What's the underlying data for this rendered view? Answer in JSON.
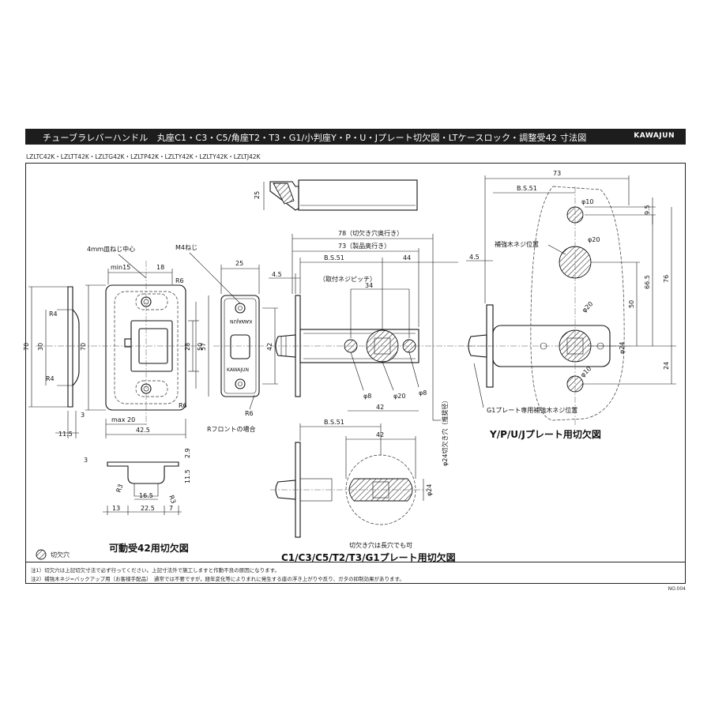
{
  "header": {
    "title": "チューブラレバーハンドル　丸座C1・C3・C5/角座T2・T3・G1/小判座Y・P・U・Jプレート切欠図・LTケースロック・調整受42 寸法図",
    "brand": "KAWAJUN"
  },
  "models": "LZLTC42K・LZLTT42K・LZLTG42K・LZLTP42K・LZLTY42K・LZLTY42K・LZLTJ42K",
  "strike": {
    "caption": "可動受42用切欠図",
    "screw_center_label": "4ｍｍ皿ねじ中心",
    "dims": {
      "min15": "min15",
      "d18": "18",
      "r6a": "R6",
      "r6b": "R6",
      "r4a": "R4",
      "r4b": "R4",
      "d70a": "70",
      "d30": "30",
      "d70b": "70",
      "d28": "28",
      "d50": "50",
      "d3": "3",
      "max20": "max 20",
      "d11_5": "11.5",
      "d42_5": "42.5",
      "s3": "3",
      "s2_9": "2.9",
      "s11_5": "11.5",
      "r3a": "R3",
      "r3b": "R3",
      "d16_5": "16.5",
      "d13": "13",
      "d22_5": "22.5",
      "d7": "7"
    }
  },
  "front": {
    "m4": "M4ねじ",
    "d25": "25",
    "d57": "57",
    "d42": "42",
    "r6": "R6",
    "caption": "Rフロントの場合",
    "logo_top": "KAWAJUN",
    "logo_bottom": "KAWAJUN"
  },
  "latch": {
    "d25": "25",
    "d78": "78（切欠き穴奥行き）",
    "d73": "73（製品奥行き）",
    "bs51": "B.S.51",
    "d44": "44",
    "d4_5": "4.5",
    "pitch": "（取付ネジピッチ）",
    "d34": "34",
    "phi8a": "φ8",
    "phi20": "φ20",
    "phi8b": "φ8",
    "d42": "42",
    "phi24": "φ24切欠き穴（推奨径）"
  },
  "round_plate": {
    "bs51": "B.S.51",
    "d42": "42",
    "phi24": "φ24",
    "note": "切欠き穴は長穴でも可",
    "caption": "C1/C3/C5/T2/T3/G1プレート用切欠図"
  },
  "oval_plate": {
    "d73": "73",
    "bs51": "B.S.51",
    "d4_5": "4.5",
    "phi10a": "φ10",
    "phi20a": "φ20",
    "phi20b": "φ20",
    "phi24": "φ24",
    "phi10b": "φ10",
    "reinforce": "補強木ネジ位置",
    "g1_note": "G1プレート専用補強木ネジ位置",
    "d9_5": "9.5",
    "d76": "76",
    "d66_5": "66.5",
    "d50": "50",
    "d24": "24",
    "caption": "Y/P/U/Jプレート用切欠図"
  },
  "legend": "切欠穴",
  "notes": [
    "注1）切欠穴は上記切欠寸法で必ず行ってください。上記寸法外で施工しますと作動不良の原因になります。",
    "注2）補強木ネジ=バックアップ用（お客様手配品）　通常では不要ですが，経年変化等によりまれに発生する座の浮き上がりや反り、ガタの抑制効果があります。"
  ],
  "doc_no": "NO.004"
}
